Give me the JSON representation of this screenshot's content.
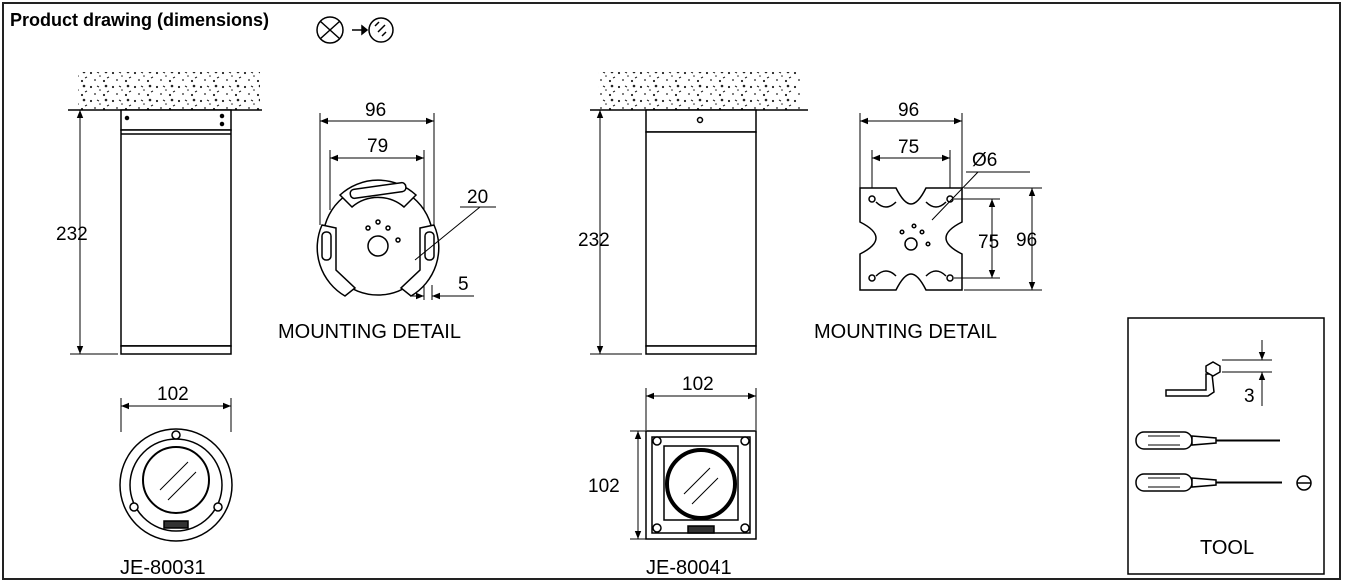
{
  "title": "Product drawing (dimensions)",
  "left_product": {
    "height": "232",
    "diameter": "102",
    "label": "JE-80031",
    "mount_outer": "96",
    "mount_inner": "79",
    "slot_width": "20",
    "slot_offset": "5",
    "mount_label": "MOUNTING DETAIL"
  },
  "right_product": {
    "height": "232",
    "width": "102",
    "depth": "102",
    "label": "JE-80041",
    "mount_outer": "96",
    "mount_inner": "75",
    "hole": "Ø6",
    "mount_side_inner": "75",
    "mount_side_outer": "96",
    "mount_label": "MOUNTING DETAIL"
  },
  "tool": {
    "hex_size": "3",
    "label": "TOOL"
  }
}
